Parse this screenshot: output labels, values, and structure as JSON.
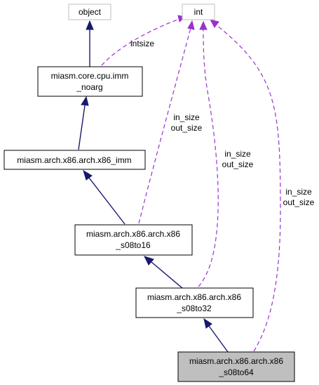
{
  "nodes": {
    "object": {
      "lines": [
        "object"
      ]
    },
    "int": {
      "lines": [
        "int"
      ]
    },
    "imm_noarg": {
      "lines": [
        "miasm.core.cpu.imm",
        "_noarg"
      ]
    },
    "x86_imm": {
      "lines": [
        "miasm.arch.x86.arch.x86_imm"
      ]
    },
    "s08to16": {
      "lines": [
        "miasm.arch.x86.arch.x86",
        "_s08to16"
      ]
    },
    "s08to32": {
      "lines": [
        "miasm.arch.x86.arch.x86",
        "_s08to32"
      ]
    },
    "s08to64": {
      "lines": [
        "miasm.arch.x86.arch.x86",
        "_s08to64"
      ]
    }
  },
  "edge_labels": {
    "intsize": [
      "intsize"
    ],
    "s08to16": [
      "in_size",
      "out_size"
    ],
    "s08to32": [
      "in_size",
      "out_size"
    ],
    "s08to64": [
      "in_size",
      "out_size"
    ]
  },
  "colors": {
    "inheritance": "#191970",
    "usage": "#9a32cd",
    "focus_fill": "#bfbfbf",
    "external_border": "#bfbfbf"
  }
}
